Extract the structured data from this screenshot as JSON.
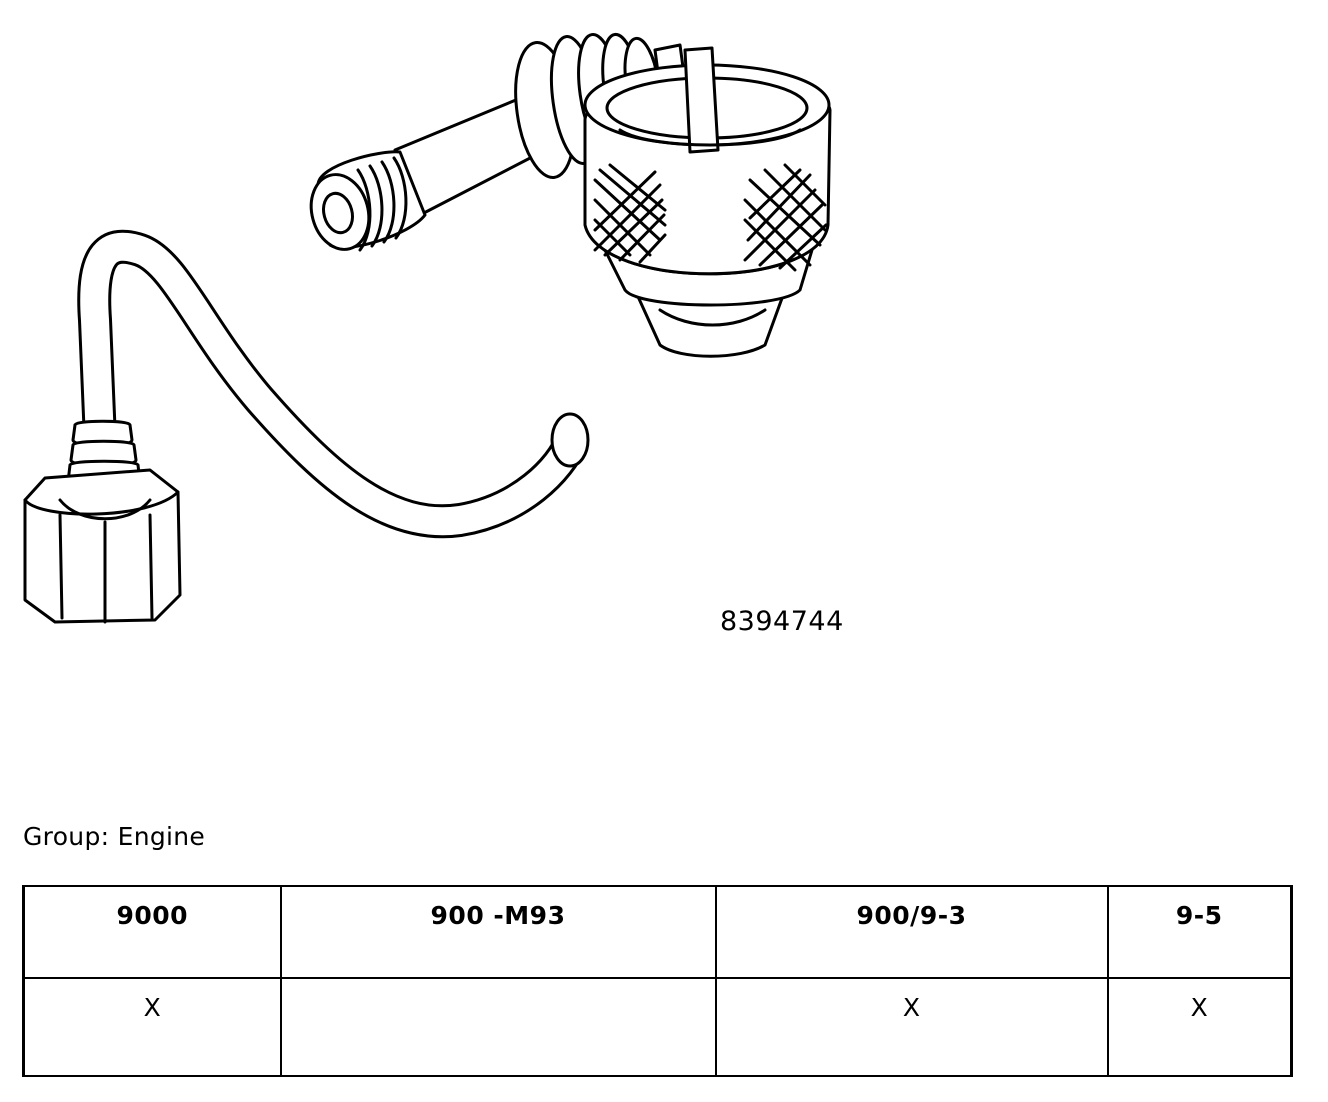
{
  "part": {
    "number": "8394744",
    "icon": "fuel-injector-line-drawing"
  },
  "group": {
    "label": "Group:",
    "value": "Engine"
  },
  "table": {
    "columns": [
      "9000",
      "900 -M93",
      "900/9-3",
      "9-5"
    ],
    "rows": [
      [
        "X",
        "",
        "X",
        "X"
      ]
    ]
  }
}
